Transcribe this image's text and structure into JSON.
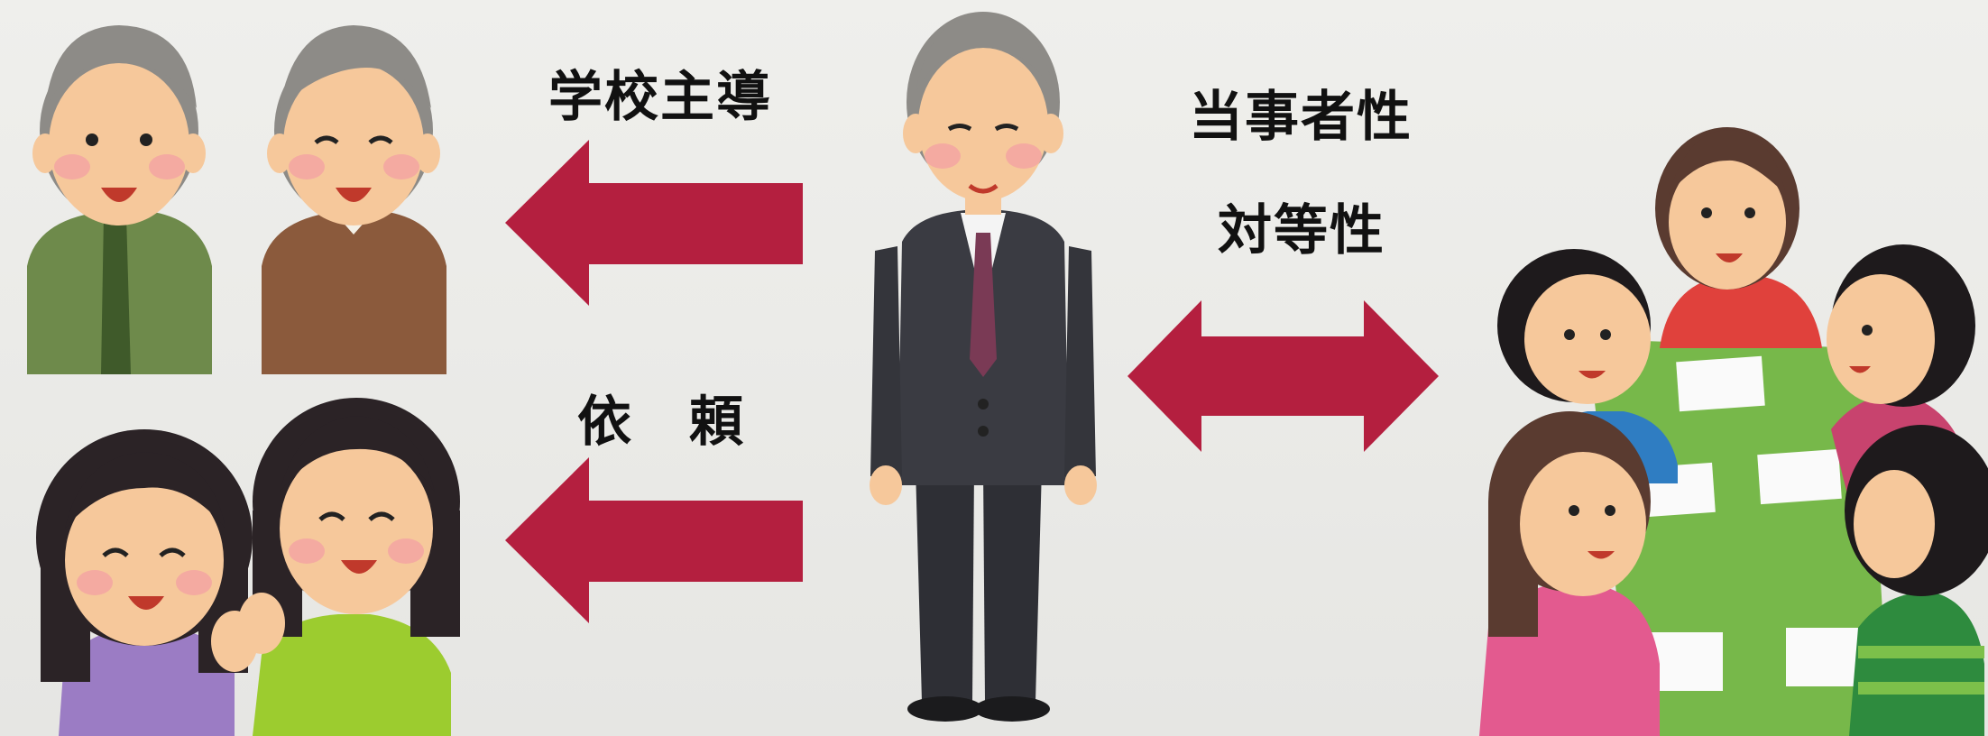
{
  "labels": {
    "school_led": "学校主導",
    "request": "依　頼",
    "ownership": "当事者性",
    "equality": "対等性"
  },
  "colors": {
    "arrow": "#b41f3f",
    "background": "#ececea"
  },
  "figures": {
    "top_left": "elderly-couple",
    "bottom_left": "two-women-waving",
    "center": "man-in-suit",
    "right": "meeting-group-around-table"
  }
}
